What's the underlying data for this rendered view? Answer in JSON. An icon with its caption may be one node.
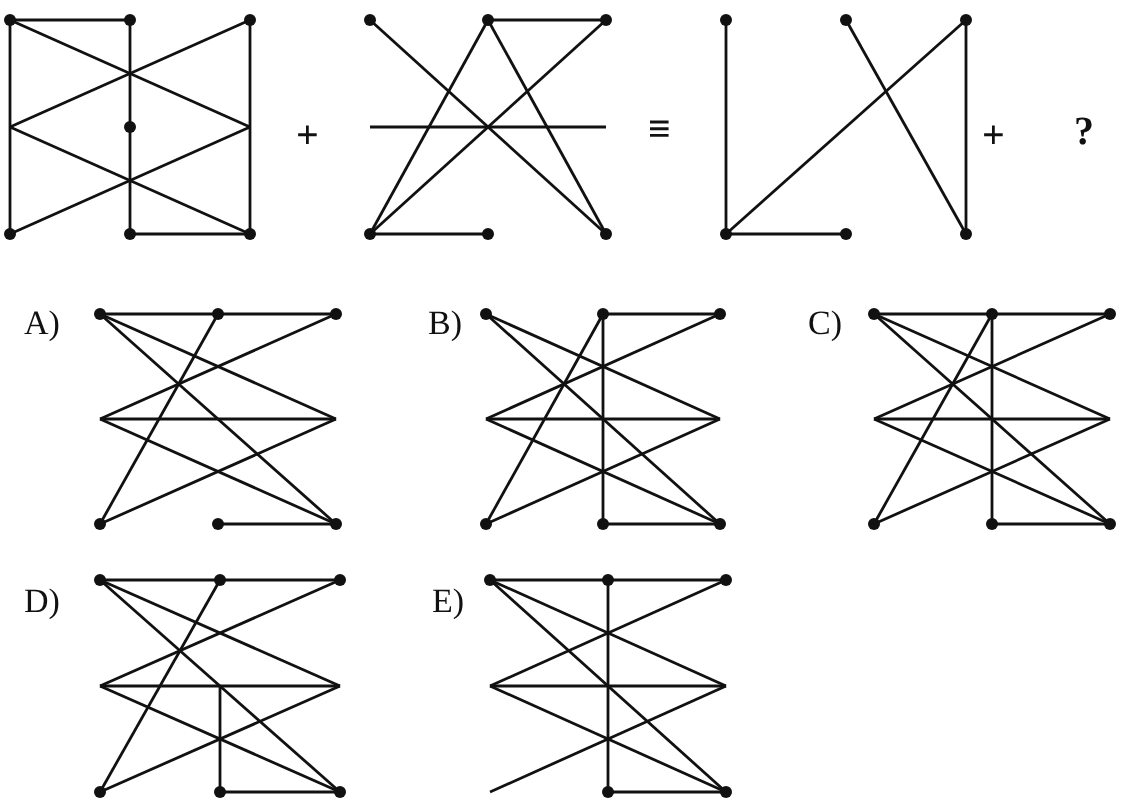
{
  "diagram": {
    "labels": [
      "+",
      "≡",
      "+",
      "?",
      "A)",
      "B)",
      "C)",
      "D)",
      "E)"
    ]
  }
}
